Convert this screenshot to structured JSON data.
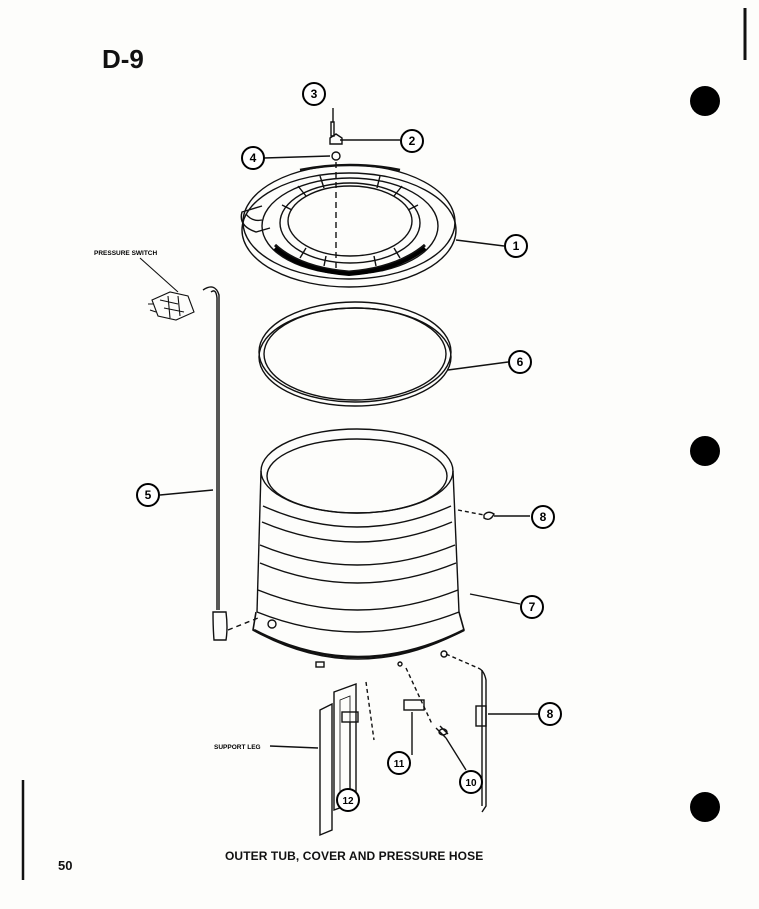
{
  "page_label": "D-9",
  "page_number": "50",
  "caption": "OUTER TUB, COVER AND PRESSURE HOSE",
  "labels": {
    "pressure_switch": "PRESSURE SWITCH",
    "support_leg": "SUPPORT LEG"
  },
  "callouts": {
    "c1": "1",
    "c2": "2",
    "c3": "3",
    "c4": "4",
    "c5": "5",
    "c6": "6",
    "c7": "7",
    "c8a": "8",
    "c8b": "8",
    "c10": "10",
    "c11": "11",
    "c12": "12"
  }
}
